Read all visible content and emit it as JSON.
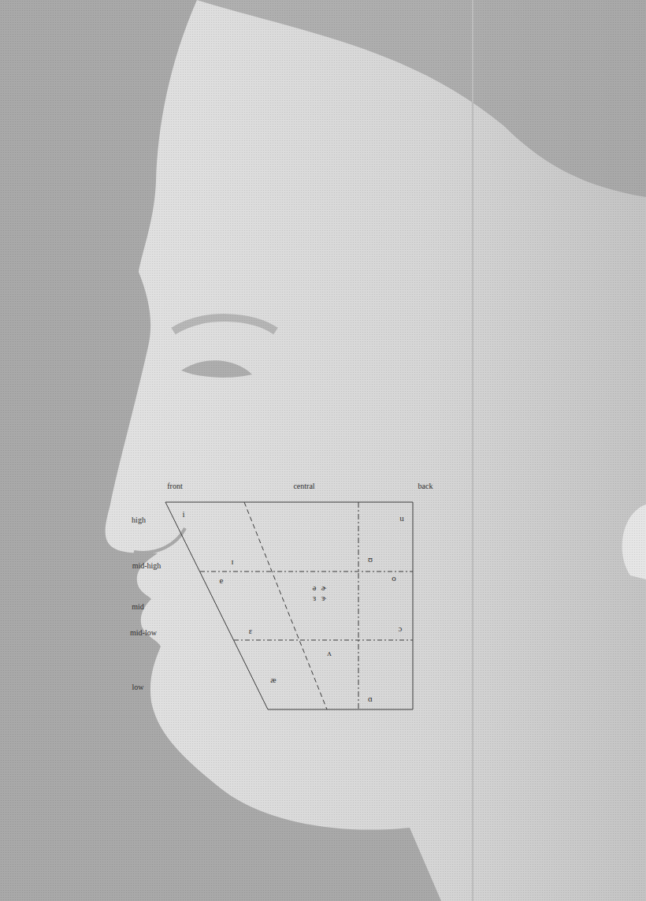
{
  "diagram": {
    "labels": [
      "front",
      "central",
      "back",
      "high",
      "mid-high",
      "mid",
      "mid-low",
      "low",
      "i",
      "u",
      "ɪ",
      "ʊ",
      "e",
      "o",
      "ə",
      "ɚ",
      "ɜ",
      "ɝ",
      "ɛ",
      "ɔ",
      "ʌ",
      "æ",
      "ɑ"
    ]
  }
}
